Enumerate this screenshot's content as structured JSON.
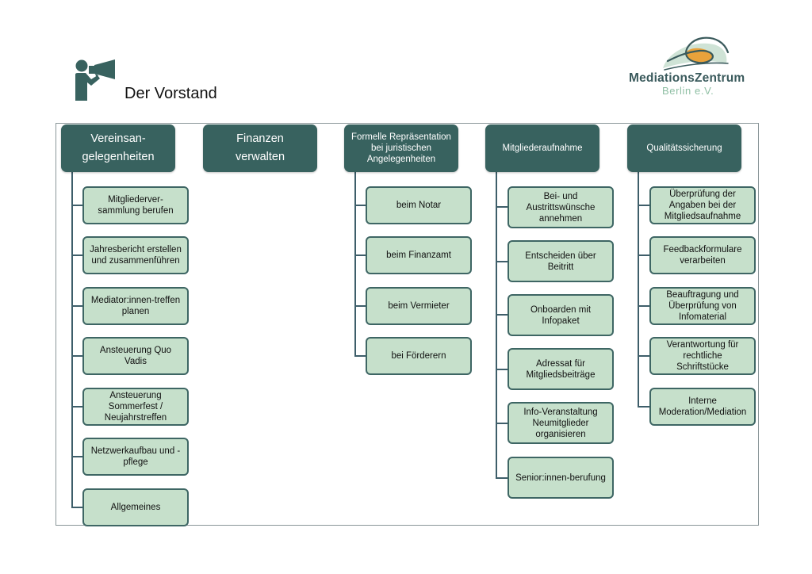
{
  "page": {
    "title": "Der Vorstand",
    "title_icon": "megaphone-person-icon"
  },
  "logo": {
    "name_line1": "MediationsZentrum",
    "name_line2": "Berlin e.V.",
    "icon": "leaf-ellipse-logo-icon",
    "colors": {
      "dark": "#3a5a5c",
      "light": "#8fbfa4",
      "accent": "#e9a23b",
      "leaf": "#cfe3d6"
    }
  },
  "colors": {
    "header_bg": "#38625f",
    "child_bg": "#c6e0cb",
    "child_border": "#3e6664",
    "connector": "#3e5e6a",
    "frame": "#8a9699"
  },
  "columns": [
    {
      "label": "Vereinsan-\ngelegenheiten",
      "children": [
        "Mitgliederver-\nsammlung berufen",
        "Jahresbericht erstellen\nund zusammenführen",
        "Mediator:innen-treffen\nplanen",
        "Ansteuerung Quo\nVadis",
        "Ansteuerung\nSommerfest /\nNeujahrstreffen",
        "Netzwerkaufbau und -\npflege",
        "Allgemeines"
      ]
    },
    {
      "label": "Finanzen\nverwalten",
      "children": []
    },
    {
      "label": "Formelle Repräsentation\nbei juristischen\nAngelegenheiten",
      "children": [
        "beim Notar",
        "beim Finanzamt",
        "beim Vermieter",
        "bei Förderern"
      ]
    },
    {
      "label": "Mitgliederaufnahme",
      "children": [
        "Bei- und\nAustrittswünsche\nannehmen",
        "Entscheiden über\nBeitritt",
        "Onboarden mit\nInfopaket",
        "Adressat für\nMitgliedsbeiträge",
        "Info-Veranstaltung\nNeumitglieder\norganisieren",
        "Senior:innen-berufung"
      ]
    },
    {
      "label": "Qualitätssicherung",
      "children": [
        "Überprüfung der\nAngaben bei der\nMitgliedsaufnahme",
        "Feedbackformulare\nverarbeiten",
        "Beauftragung und\nÜberprüfung von\nInfomaterial",
        "Verantwortung für\nrechtliche\nSchriftstücke",
        "Interne\nModeration/Mediation"
      ]
    }
  ]
}
